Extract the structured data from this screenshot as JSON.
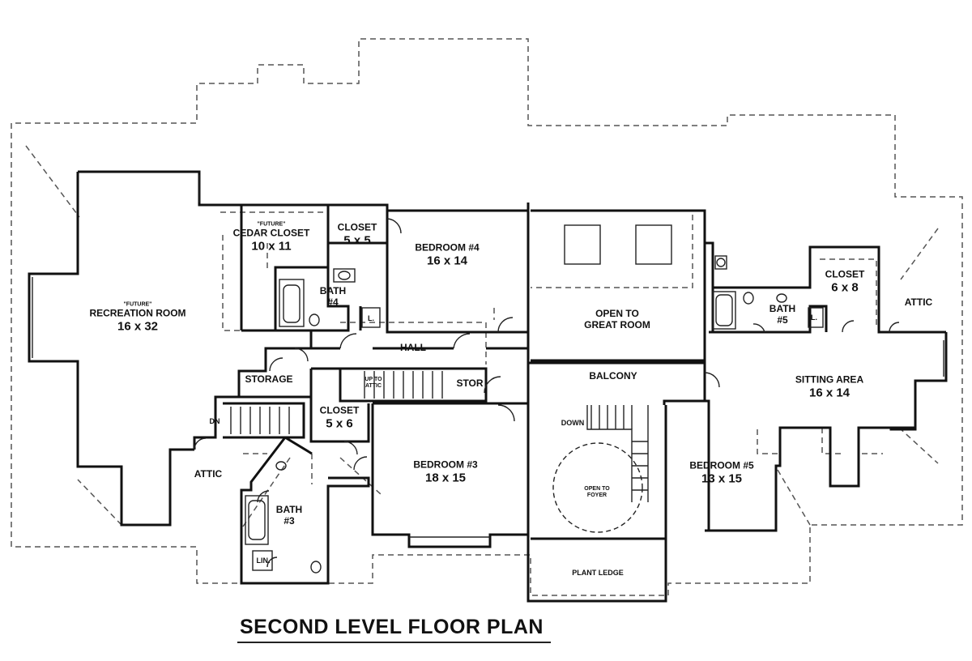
{
  "title": "SECOND LEVEL FLOOR PLAN",
  "rooms": {
    "recreation": {
      "tag": "\"FUTURE\"",
      "name": "RECREATION ROOM",
      "size": "16 x 32"
    },
    "cedar_closet": {
      "tag": "\"FUTURE\"",
      "name": "CEDAR CLOSET",
      "size": "10 x 11"
    },
    "closet_5x5": {
      "name": "CLOSET",
      "size": "5 x 5"
    },
    "bedroom4": {
      "name": "BEDROOM #4",
      "size": "16 x 14"
    },
    "bath4": {
      "name": "BATH",
      "num": "#4"
    },
    "lin4": "L.",
    "open_great": {
      "line1": "OPEN TO",
      "line2": "GREAT ROOM"
    },
    "closet_6x8": {
      "name": "CLOSET",
      "size": "6 x 8"
    },
    "bath5": {
      "name": "BATH",
      "num": "#5"
    },
    "lin5": "L.",
    "attic_right": "ATTIC",
    "hall": "HALL",
    "storage": "STORAGE",
    "up_to_attic": {
      "line1": "UP TO",
      "line2": "ATTIC"
    },
    "stor": "STOR",
    "balcony": "BALCONY",
    "sitting": {
      "name": "SITTING AREA",
      "size": "16 x 14"
    },
    "dn": "DN",
    "closet_5x6": {
      "name": "CLOSET",
      "size": "5 x 6"
    },
    "down": "DOWN",
    "bedroom3": {
      "name": "BEDROOM #3",
      "size": "18 x 15"
    },
    "open_foyer": {
      "line1": "OPEN TO",
      "line2": "FOYER"
    },
    "bedroom5": {
      "name": "BEDROOM #5",
      "size": "13 x 15"
    },
    "attic_left": "ATTIC",
    "bath3": {
      "name": "BATH",
      "num": "#3"
    },
    "lin3": "LIN.",
    "plant_ledge": "PLANT LEDGE"
  },
  "colors": {
    "wall": "#111111",
    "dashed": "#555555",
    "background": "#ffffff"
  }
}
